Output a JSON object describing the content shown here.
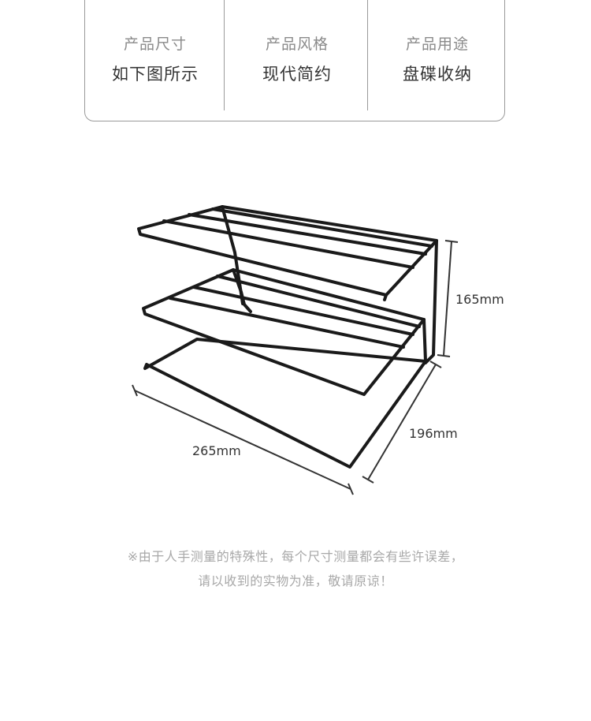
{
  "specs": [
    {
      "label": "产品尺寸",
      "value": "如下图所示"
    },
    {
      "label": "产品风格",
      "value": "现代简约"
    },
    {
      "label": "产品用途",
      "value": "盘碟收纳"
    }
  ],
  "dimensions": {
    "height": "165mm",
    "depth": "196mm",
    "width": "265mm"
  },
  "notes": {
    "line1": "※由于人手测量的特殊性，每个尺寸测量都会有些许误差，",
    "line2": "请以收到的实物为准，敬请原谅！"
  },
  "colors": {
    "frame": "#1a1a1a",
    "border": "#9a9a9a",
    "label_grey": "#8a8a8a",
    "note_grey": "#a8a8a8"
  }
}
